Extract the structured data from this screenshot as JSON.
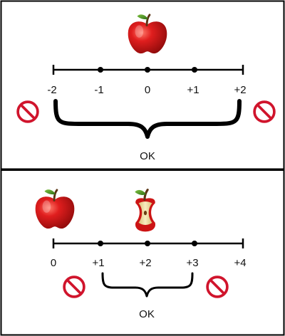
{
  "panels": [
    {
      "id": "top",
      "ticks": [
        "-2",
        "-1",
        "0",
        "+1",
        "+2"
      ],
      "ok_label": "OK",
      "apple_state": "whole"
    },
    {
      "id": "bottom",
      "ticks": [
        "0",
        "+1",
        "+2",
        "+3",
        "+4"
      ],
      "ok_label": "OK",
      "apple_states": [
        "whole",
        "core"
      ]
    }
  ],
  "colors": {
    "frame": "#000000",
    "line": "#000000",
    "prohibited": "#d0142c",
    "apple": "#cc1414",
    "leaf": "#3c8a1e",
    "stem": "#5a3414",
    "core_flesh": "#f3e4a8"
  },
  "icons": {
    "prohibited": "prohibited-icon",
    "apple": "apple-icon",
    "apple_core": "apple-core-icon"
  }
}
